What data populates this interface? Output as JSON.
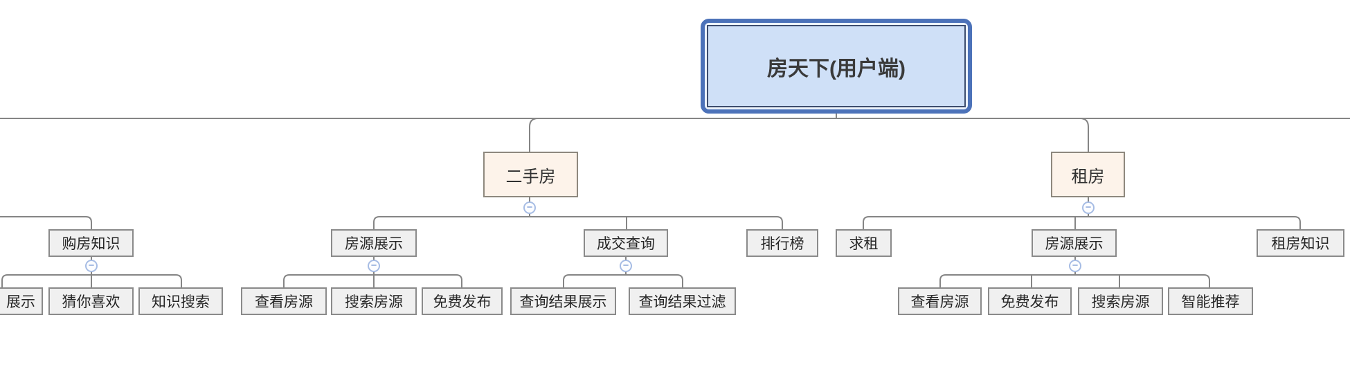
{
  "icons": {
    "collapse_glyph": "−",
    "collapse_icon_meaning": "collapse-branch"
  },
  "colors": {
    "root_border": "#4c72b9",
    "root_inner_border": "#3d4d6e",
    "root_fill": "#cfe0f7",
    "branch_fill": "#fdf3ea",
    "branch_border": "#8e887e",
    "node_fill": "#f0f0f0",
    "node_border": "#8a8a8a",
    "connector": "#858585"
  },
  "mindmap": {
    "root": "房天下(用户端)",
    "groups": [
      {
        "name": "offscreen-left-branch",
        "topics": [
          {
            "label": "购房知识",
            "children": [
              {
                "label": "展示"
              },
              {
                "label": "猜你喜欢"
              },
              {
                "label": "知识搜索"
              }
            ]
          }
        ]
      },
      {
        "name": "secondhand-house-branch",
        "label": "二手房",
        "topics": [
          {
            "label": "房源展示",
            "children": [
              {
                "label": "查看房源"
              },
              {
                "label": "搜索房源"
              },
              {
                "label": "免费发布"
              }
            ]
          },
          {
            "label": "成交查询",
            "children": [
              {
                "label": "查询结果展示"
              },
              {
                "label": "查询结果过滤"
              }
            ]
          },
          {
            "label": "排行榜",
            "children": []
          }
        ]
      },
      {
        "name": "renting-branch",
        "label": "租房",
        "topics": [
          {
            "label": "求租",
            "children": []
          },
          {
            "label": "房源展示",
            "children": [
              {
                "label": "查看房源"
              },
              {
                "label": "免费发布"
              },
              {
                "label": "搜索房源"
              },
              {
                "label": "智能推荐"
              }
            ]
          },
          {
            "label": "租房知识",
            "children": []
          }
        ]
      }
    ]
  }
}
